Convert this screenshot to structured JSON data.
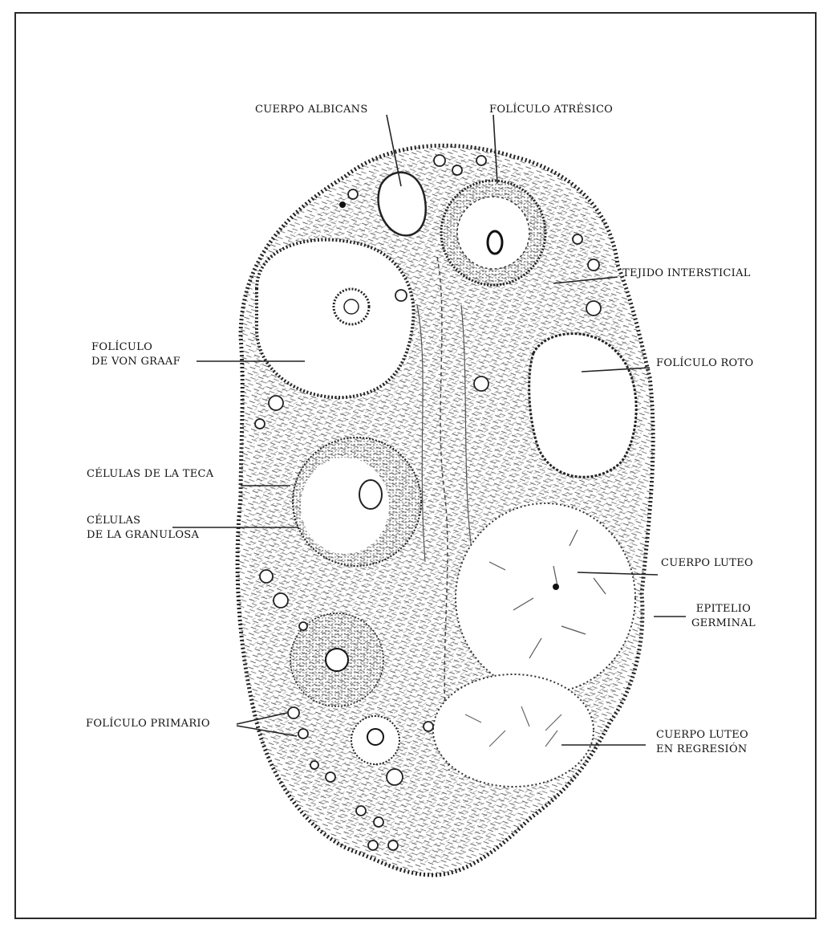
{
  "labels": {
    "cuerpo_albicans": "CUERPO ALBICANS",
    "foliculo_atresico": "FOLÍCULO ATRÉSICO",
    "tejido_intersticial": "TEJIDO INTERSTICIAL",
    "foliculo_von_graaf": [
      "FOLÍCULO",
      "DE VON GRAAF"
    ],
    "foliculo_roto": "FOLÍCULO ROTO",
    "celulas_teca": "CÉLULAS DE LA TECA",
    "celulas_granulosa": [
      "CÉLULAS",
      "DE LA GRANULOSA"
    ],
    "cuerpo_luteo": "CUERPO LUTEO",
    "epitelio_germinal": [
      "EPITELIO",
      "GERMINAL"
    ],
    "foliculo_primario": "FOLÍCULO PRIMARIO",
    "cuerpo_luteo_regresion": [
      "CUERPO LUTEO",
      "EN REGRESIÓN"
    ]
  }
}
